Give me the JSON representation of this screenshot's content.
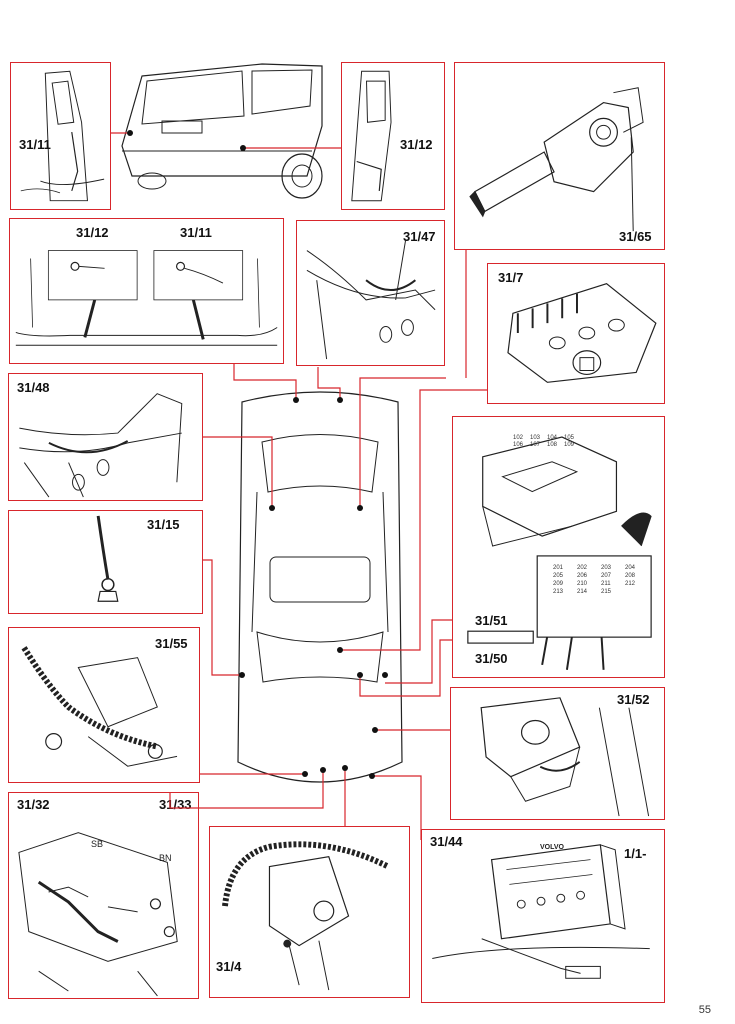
{
  "labels": {
    "p1": "31/11",
    "p3": "31/12",
    "p4": "31/65",
    "p5a": "31/12",
    "p5b": "31/11",
    "p6": "31/47",
    "p7": "31/7",
    "p8": "31/48",
    "p10": "31/15",
    "p11a": "31/51",
    "p11b": "31/50",
    "p12": "31/55",
    "p13": "31/52",
    "p14a": "31/32",
    "p14b": "31/33",
    "p14sb": "SB",
    "p14bn": "BN",
    "p15": "31/4",
    "p16a": "31/44",
    "p16b": "1/1-"
  },
  "fuses_top": [
    "102",
    "103",
    "104",
    "105",
    "106",
    "107",
    "108",
    "109"
  ],
  "fuses_bottom": [
    "201",
    "202",
    "203",
    "204",
    "205",
    "206",
    "207",
    "208",
    "209",
    "210",
    "211",
    "212",
    "213",
    "214",
    "215"
  ],
  "battery_brand": "VOLVO",
  "page_number": "55",
  "colors": {
    "frame": "#d8262c",
    "line": "#222222",
    "node": "#111111"
  }
}
